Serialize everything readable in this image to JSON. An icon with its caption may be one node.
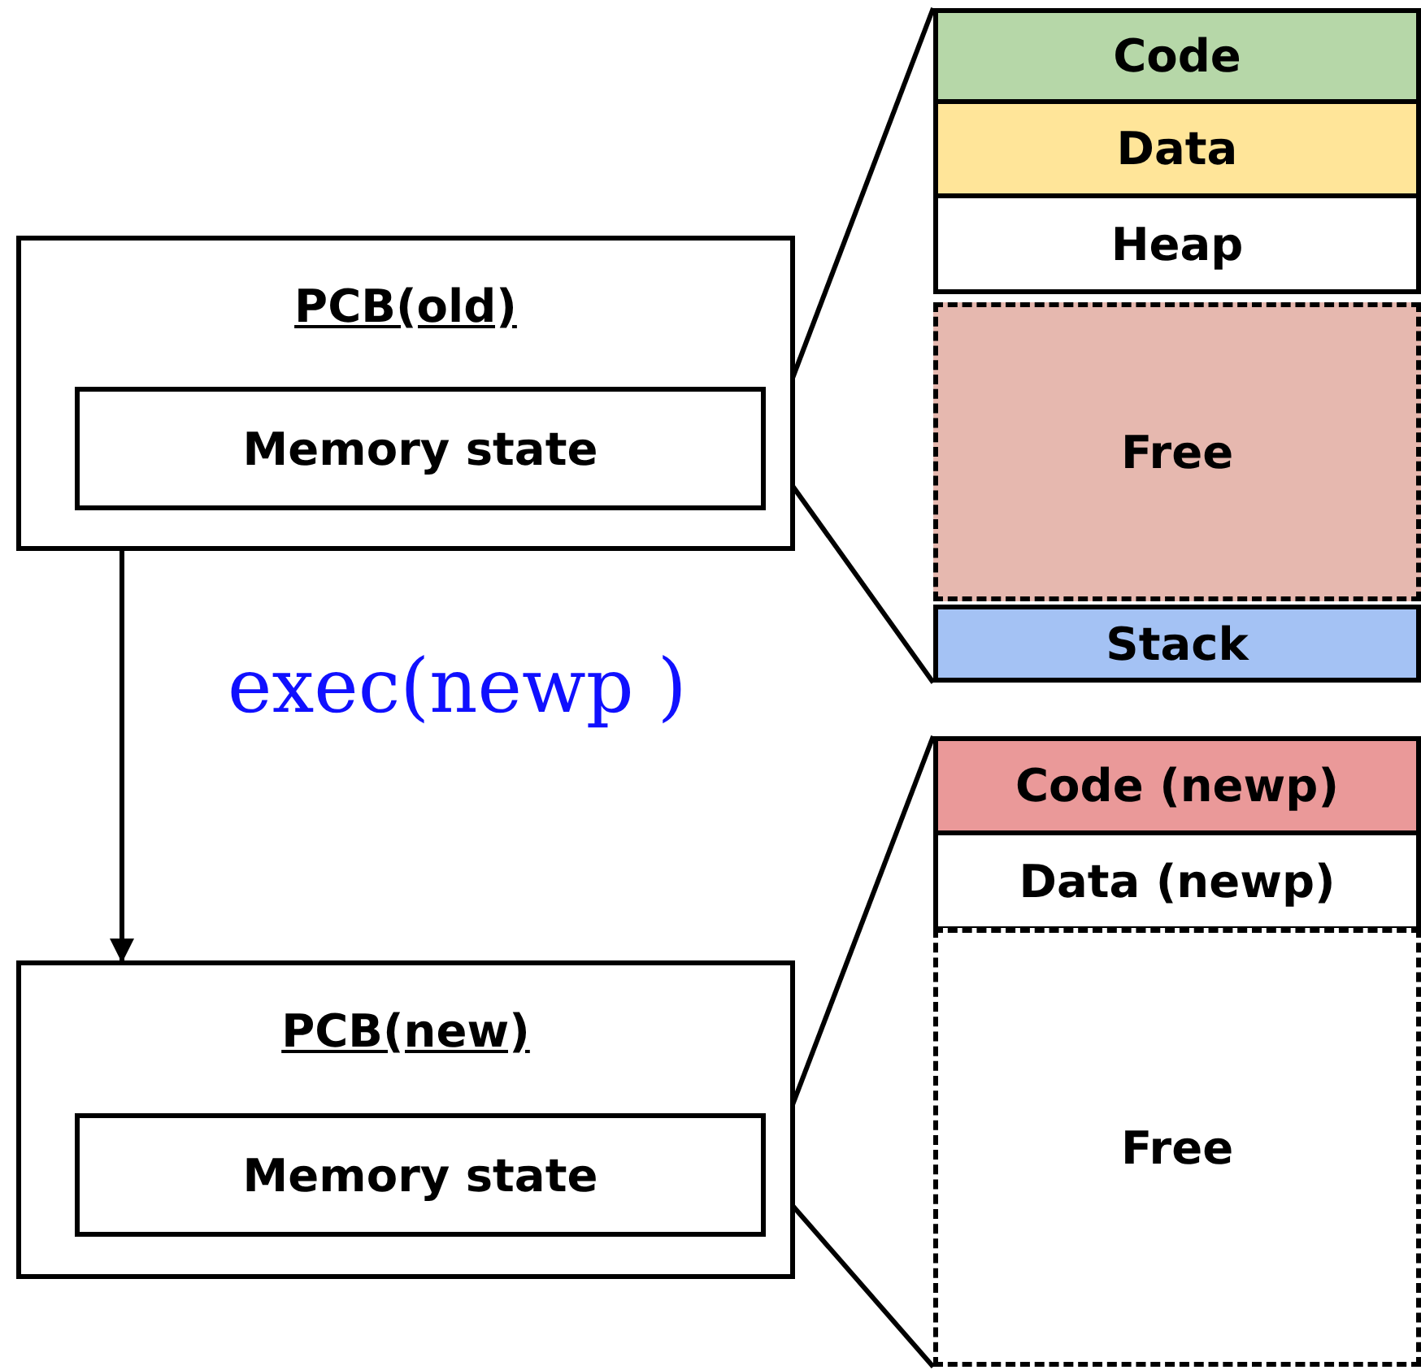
{
  "diagram": {
    "nodes": [
      {
        "text": [
          "PCB(old)"
        ]
      },
      {
        "text": [
          "Memory state"
        ],
        "in": 0
      },
      {
        "text": [
          "Code"
        ]
      },
      {
        "text": [
          "Data"
        ]
      },
      {
        "text": [
          "Heap"
        ]
      },
      {
        "text": [
          "Free"
        ]
      },
      {
        "text": [
          "Stack"
        ]
      },
      {
        "text": [
          "PCB(new)"
        ]
      },
      {
        "text": [
          "Memory state"
        ],
        "in": 7
      },
      {
        "text": [
          "Code (newp)"
        ]
      },
      {
        "text": [
          "Data (newp)"
        ]
      },
      {
        "text": [
          "Free"
        ]
      }
    ],
    "edges": [
      {
        "from": 0,
        "to": 7,
        "arrow": "to",
        "label": "exec(newp )"
      },
      {
        "from": 1,
        "to": 2,
        "arrow": "none"
      },
      {
        "from": 1,
        "to": 6,
        "arrow": "none"
      },
      {
        "from": 8,
        "to": 9,
        "arrow": "none"
      },
      {
        "from": 8,
        "to": 11,
        "arrow": "none"
      }
    ]
  }
}
